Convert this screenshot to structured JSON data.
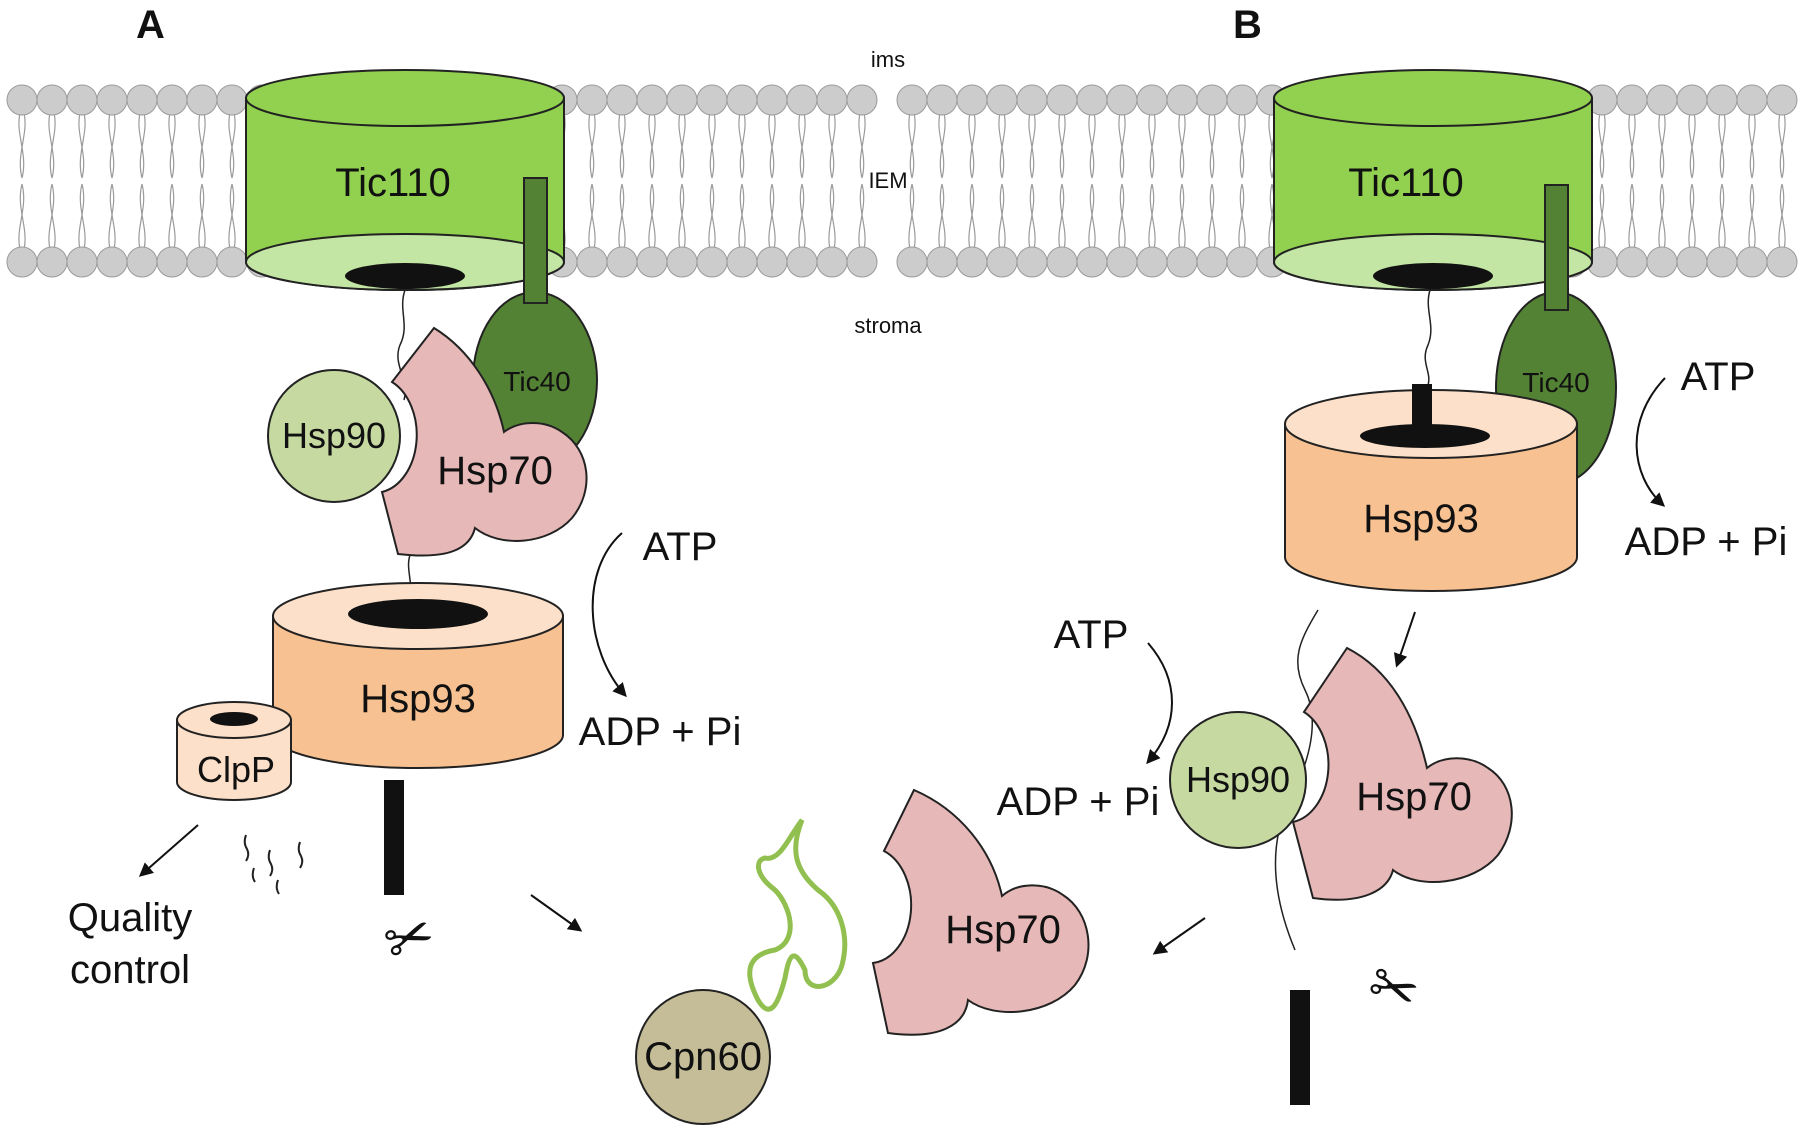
{
  "panels": {
    "a": "A",
    "b": "B"
  },
  "regions": {
    "top": "ims",
    "membrane": "IEM",
    "bottom": "stroma"
  },
  "panel_a": {
    "tic110": "Tic110",
    "tic40": "Tic40",
    "hsp90": "Hsp90",
    "hsp70": "Hsp70",
    "hsp93": "Hsp93",
    "clpp": "ClpP",
    "atp": "ATP",
    "adp": "ADP + Pi",
    "quality_control": [
      "Quality",
      "control"
    ],
    "scissors": "✂"
  },
  "panel_b": {
    "tic110": "Tic110",
    "tic40": "Tic40",
    "hsp93": "Hsp93",
    "atp_top": "ATP",
    "adp_top": "ADP + Pi",
    "atp_mid": "ATP",
    "adp_mid": "ADP + Pi",
    "hsp90": "Hsp90",
    "hsp70": "Hsp70",
    "scissors": "✂"
  },
  "shared": {
    "hsp70_free": "Hsp70",
    "cpn60": "Cpn60"
  },
  "colors": {
    "tic110_side": "#92d050",
    "tic110_bottom": "#c3e6a4",
    "tic40": "#548235",
    "hsp90": "#c5d9a0",
    "hsp70": "#e6b8b7",
    "hsp93_side": "#f8c191",
    "hsp93_top": "#fce0c9",
    "cpn60": "#c4bd97",
    "substrate": "#92c050",
    "lipid_head": "#cccccc",
    "lipid_stroke": "#9a9a9a"
  }
}
